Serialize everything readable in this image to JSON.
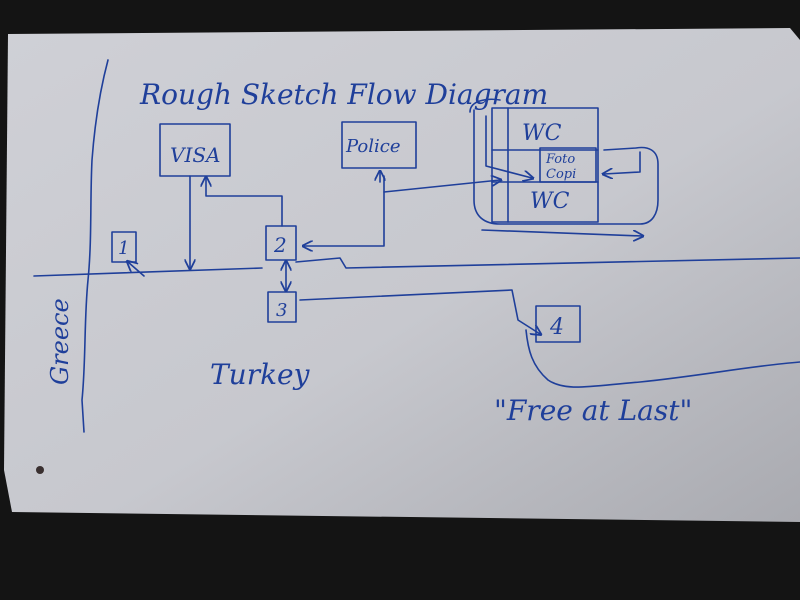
{
  "title": "Rough Sketch Flow Diagram",
  "boxes": {
    "visa": "VISA",
    "police": "Police",
    "wc_top": "WC",
    "foto": "Foto",
    "copi": "Copi",
    "wc_bottom": "WC",
    "step1": "1",
    "step2": "2",
    "step3": "3",
    "step4": "4"
  },
  "regions": {
    "greece": "Greece",
    "turkey": "Turkey"
  },
  "caption": "\"Free at Last\"",
  "colors": {
    "paper": "#c9c9cf",
    "ink": "#1f3f9a",
    "background": "#141414"
  }
}
